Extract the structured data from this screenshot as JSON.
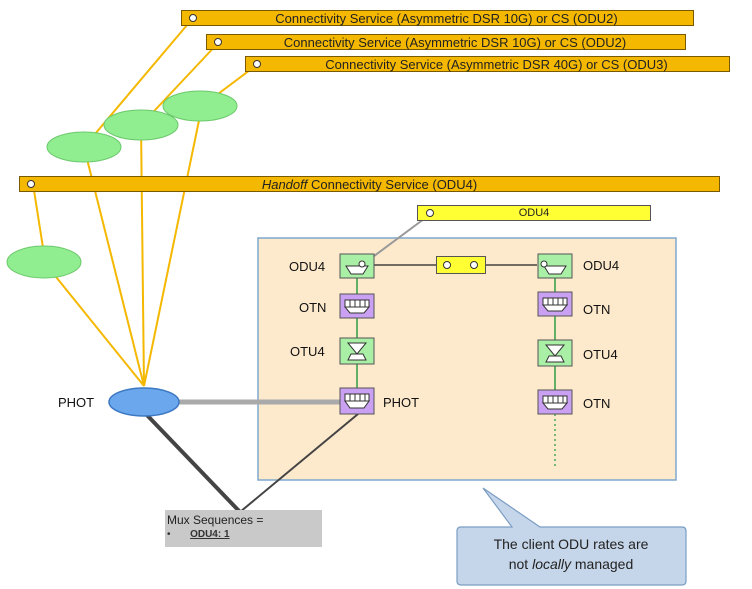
{
  "services": [
    {
      "label": "Connectivity Service (Asymmetric DSR 10G) or CS (ODU2)"
    },
    {
      "label": "Connectivity Service (Asymmetric DSR 10G) or CS (ODU2)"
    },
    {
      "label": "Connectivity Service (Asymmetric DSR 40G) or CS (ODU3)"
    }
  ],
  "handoff": {
    "italic": "Handoff",
    "rest": " Connectivity Service (ODU4)"
  },
  "odu4_bar": {
    "label": "ODU4"
  },
  "left_stack": [
    "ODU4",
    "OTN",
    "OTU4",
    "PHOT"
  ],
  "right_stack": [
    "ODU4",
    "OTN",
    "OTU4",
    "OTN"
  ],
  "phot_label": "PHOT",
  "mux": {
    "title": "Mux Sequences =",
    "bullet": "•",
    "item": "ODU4: 1"
  },
  "callout": {
    "line1": "The client ODU rates are",
    "line2_pre": "not ",
    "line2_em": "locally",
    "line2_post": " managed"
  },
  "colors": {
    "service_bar": "#f5b800",
    "odu4_bar": "#ffff33",
    "node_green": "#90ee90",
    "phot_node": "#6aa7ec",
    "panel": "#fde9cc",
    "adapter_green": "#a9efa6",
    "adapter_purple": "#c9a0f2",
    "callout": "#c6d6ea"
  }
}
